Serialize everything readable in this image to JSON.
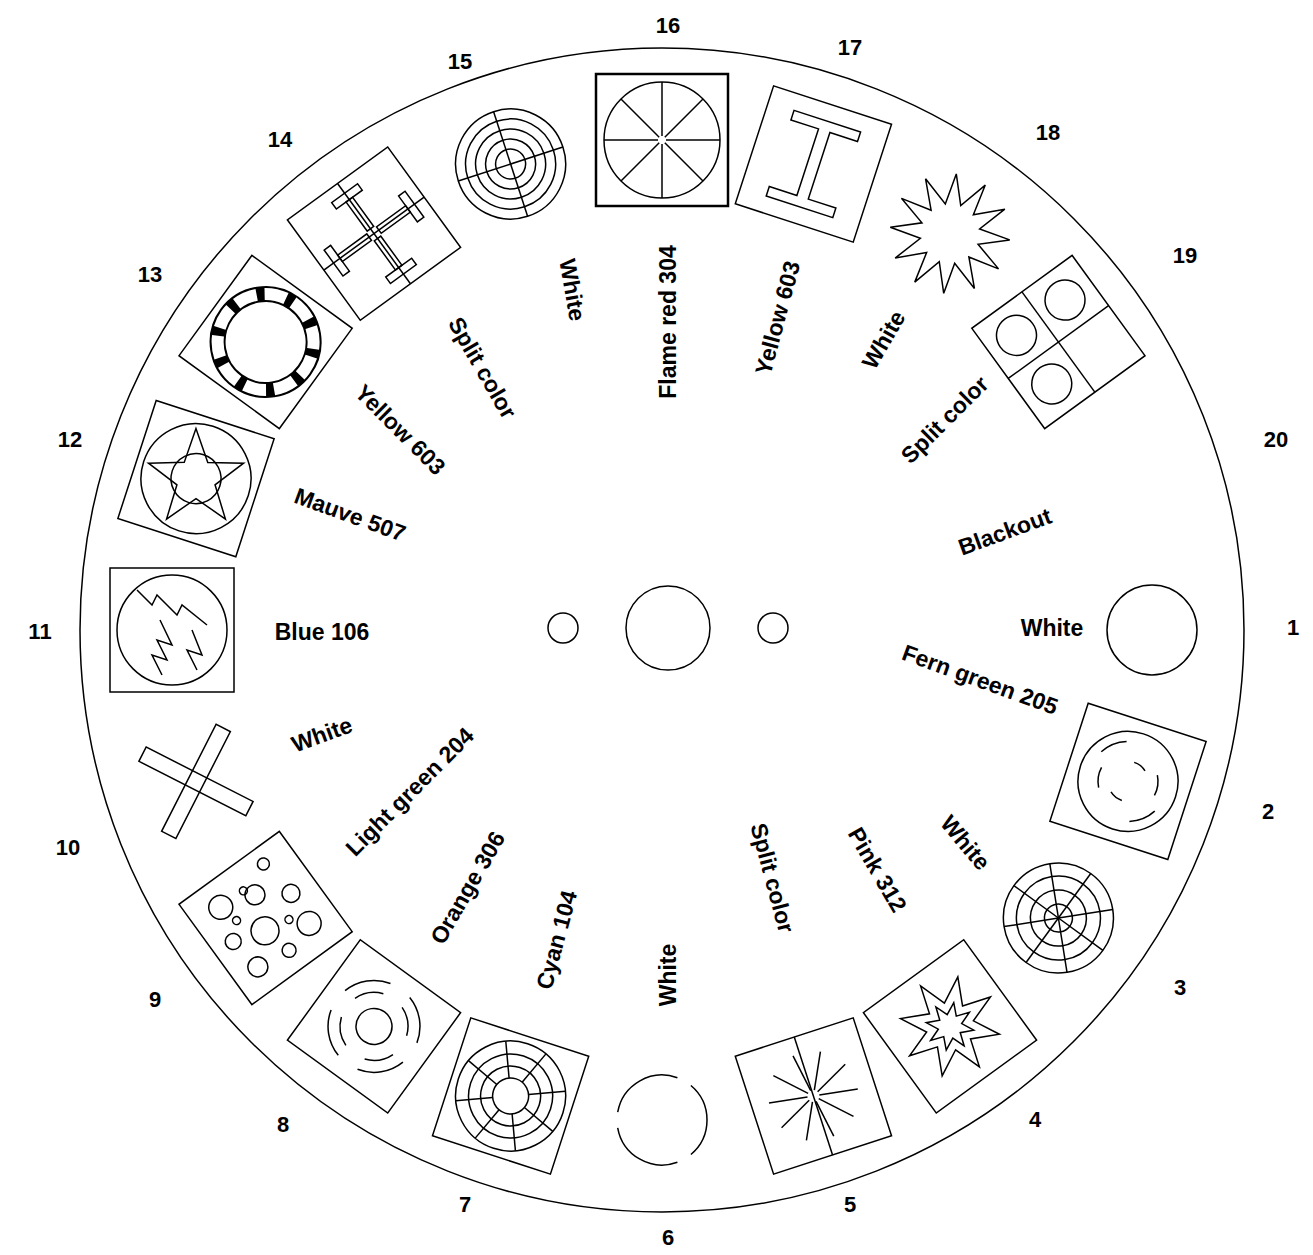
{
  "diagram": {
    "labels": [
      "1",
      "2",
      "3",
      "4",
      "5",
      "6",
      "7",
      "8",
      "9",
      "10",
      "11",
      "12",
      "13",
      "14",
      "15",
      "16",
      "17",
      "18",
      "19",
      "20",
      "White",
      "Fern green 205",
      "White",
      "Pink 312",
      "Split color",
      "White",
      "Cyan 104",
      "Orange 306",
      "Light green 204",
      "White",
      "Blue 106",
      "Mauve 507",
      "Yellow 603",
      "Split color",
      "White",
      "Flame red 304",
      "Yellow 603",
      "White",
      "Split color",
      "Blackout"
    ]
  }
}
